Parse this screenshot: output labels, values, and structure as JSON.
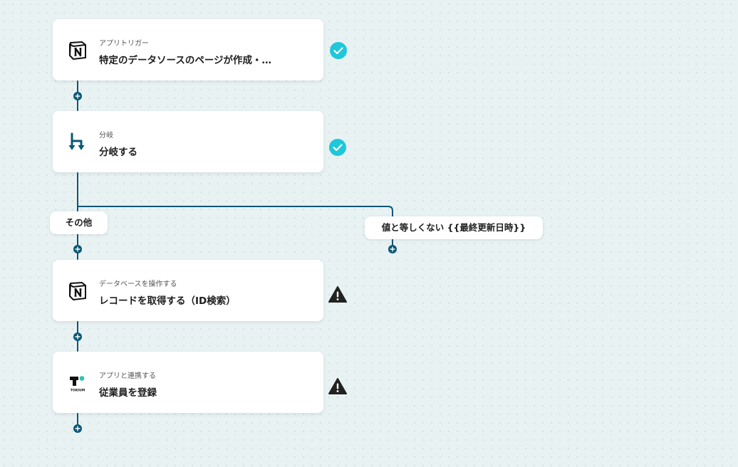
{
  "colors": {
    "connector": "#0b5876",
    "success": "#1ec7d9",
    "warning": "#222222",
    "brand_teal": "#1f6f80"
  },
  "steps": [
    {
      "app_icon": "notion-icon",
      "subtitle": "アプリトリガー",
      "title": "特定のデータソースのページが作成・…",
      "status": "success-check-icon"
    },
    {
      "app_icon": "branch-icon",
      "subtitle": "分岐",
      "title": "分岐する",
      "status": "success-check-icon"
    },
    {
      "app_icon": "notion-icon",
      "subtitle": "データベースを操作する",
      "title": "レコードを取得する（ID検索）",
      "status": "warning-icon"
    },
    {
      "app_icon": "tokium-icon",
      "subtitle": "アプリと連携する",
      "title": "従業員を登録",
      "status": "warning-icon"
    }
  ],
  "branches": {
    "left": {
      "label": "その他"
    },
    "right": {
      "label": "値と等しくない {{最終更新日時}}"
    }
  },
  "tokium_logo_text": "TOKIUM"
}
